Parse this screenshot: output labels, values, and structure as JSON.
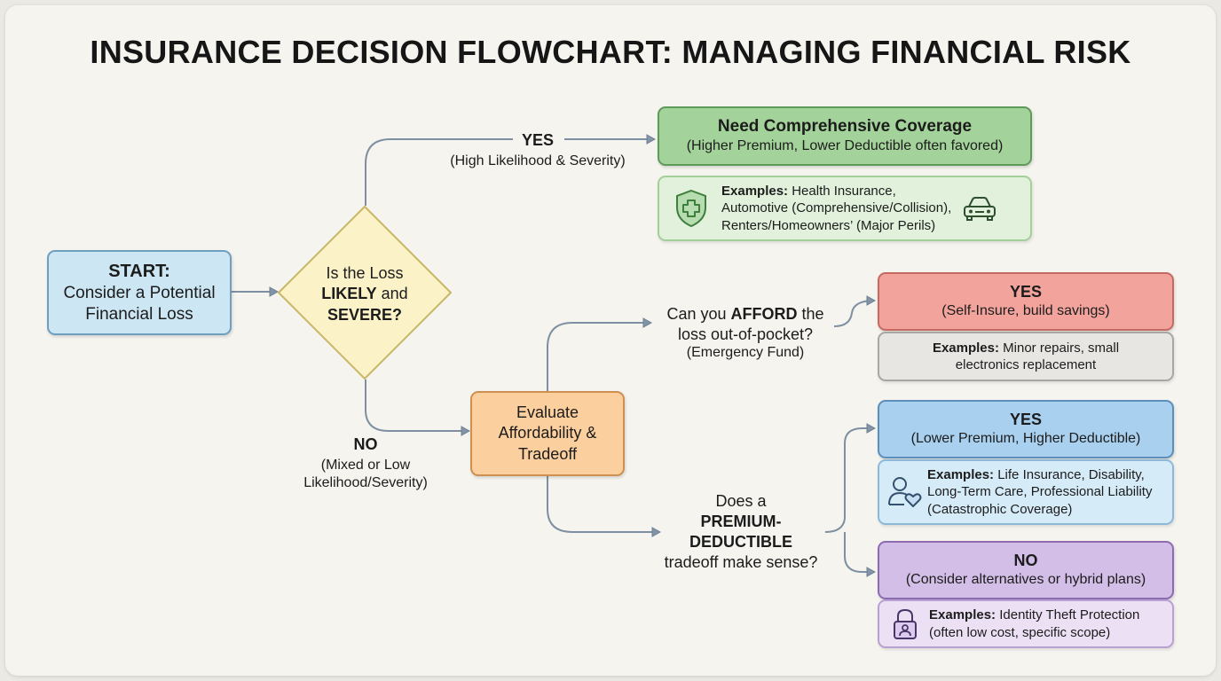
{
  "title": "INSURANCE DECISION FLOWCHART: MANAGING FINANCIAL RISK",
  "start": {
    "heading": "START:",
    "line1": "Consider a Potential",
    "line2": "Financial Loss"
  },
  "decision": {
    "line1": "Is the Loss",
    "likely": "LIKELY",
    "and": " and",
    "severe": "SEVERE?"
  },
  "yes_branch": {
    "label": "YES",
    "sub": "(High Likelihood & Severity)"
  },
  "no_branch": {
    "label": "NO",
    "sub1": "(Mixed or Low",
    "sub2": "Likelihood/Severity)"
  },
  "comprehensive": {
    "title": "Need Comprehensive Coverage",
    "sub": "(Higher Premium, Lower Deductible often favored)",
    "examples_label": "Examples:",
    "examples_line1": " Health Insurance,",
    "examples_line2": "Automotive (Comprehensive/Collision),",
    "examples_line3": "Renters/Homeowners’ (Major Perils)"
  },
  "evaluate": {
    "line1": "Evaluate",
    "line2": "Affordability &",
    "line3": "Tradeoff"
  },
  "afford_question": {
    "pre": "Can you ",
    "bold": "AFFORD",
    "post": " the",
    "line2": "loss out-of-pocket?",
    "line3": "(Emergency Fund)"
  },
  "self_insure": {
    "title": "YES",
    "sub": "(Self-Insure, build savings)",
    "examples_label": "Examples:",
    "examples_line1": " Minor repairs, small",
    "examples_line2": "electronics replacement"
  },
  "tradeoff_question": {
    "line1": "Does a",
    "line2": "PREMIUM-",
    "line3": "DEDUCTIBLE",
    "line4": "tradeoff make sense?"
  },
  "lower_premium": {
    "title": "YES",
    "sub": "(Lower Premium, Higher Deductible)",
    "examples_label": "Examples:",
    "examples_line1": " Life Insurance, Disability,",
    "examples_line2": "Long-Term Care, Professional Liability",
    "examples_line3": "(Catastrophic Coverage)"
  },
  "alternatives": {
    "title": "NO",
    "sub": "(Consider alternatives or hybrid plans)",
    "examples_label": "Examples:",
    "examples_line1": " Identity Theft Protection",
    "examples_line2": "(often low cost, specific scope)"
  },
  "icons": {
    "health": "shield-medical-cross-icon",
    "auto": "car-icon",
    "life": "person-heart-icon",
    "identity": "padlock-person-icon"
  },
  "colors": {
    "background": "#f5f4ef",
    "start_fill": "#cce6f4",
    "start_border": "#6f9fbf",
    "decision_fill": "#fbf3c7",
    "decision_border": "#c9b767",
    "green_fill": "#a3d39a",
    "green_border": "#5e9a59",
    "green_light": "#e1f1dc",
    "evaluate_fill": "#fccf9f",
    "evaluate_border": "#cf8f4f",
    "red_fill": "#f1a39c",
    "red_border": "#c46a63",
    "gray_fill": "#e7e6e3",
    "gray_border": "#a8a7a3",
    "blue_fill": "#a9d0ee",
    "blue_border": "#5c8fb9",
    "blue_light": "#d6ebf8",
    "purple_fill": "#d3bee8",
    "purple_border": "#8c6bb0",
    "purple_light": "#ece1f4",
    "arrow": "#7d8fa0"
  }
}
